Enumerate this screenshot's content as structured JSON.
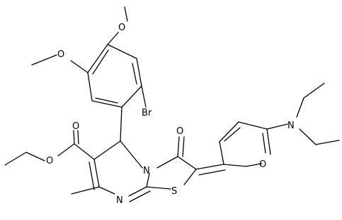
{
  "figure": {
    "type": "chemical-structure",
    "colors": {
      "bond": "#000000",
      "label": "#000000",
      "background": "#ffffff"
    }
  },
  "atoms": {
    "o_methoxy_top": "O",
    "o_methoxy_left": "O",
    "br": "Br",
    "o_ketone": "O",
    "o_ester_carbonyl": "O",
    "o_ester_link": "O",
    "n_ring_junction": "N",
    "n_ring_lower": "N",
    "s_ring": "S",
    "o_furan": "O",
    "n_diethylamino": "N"
  }
}
